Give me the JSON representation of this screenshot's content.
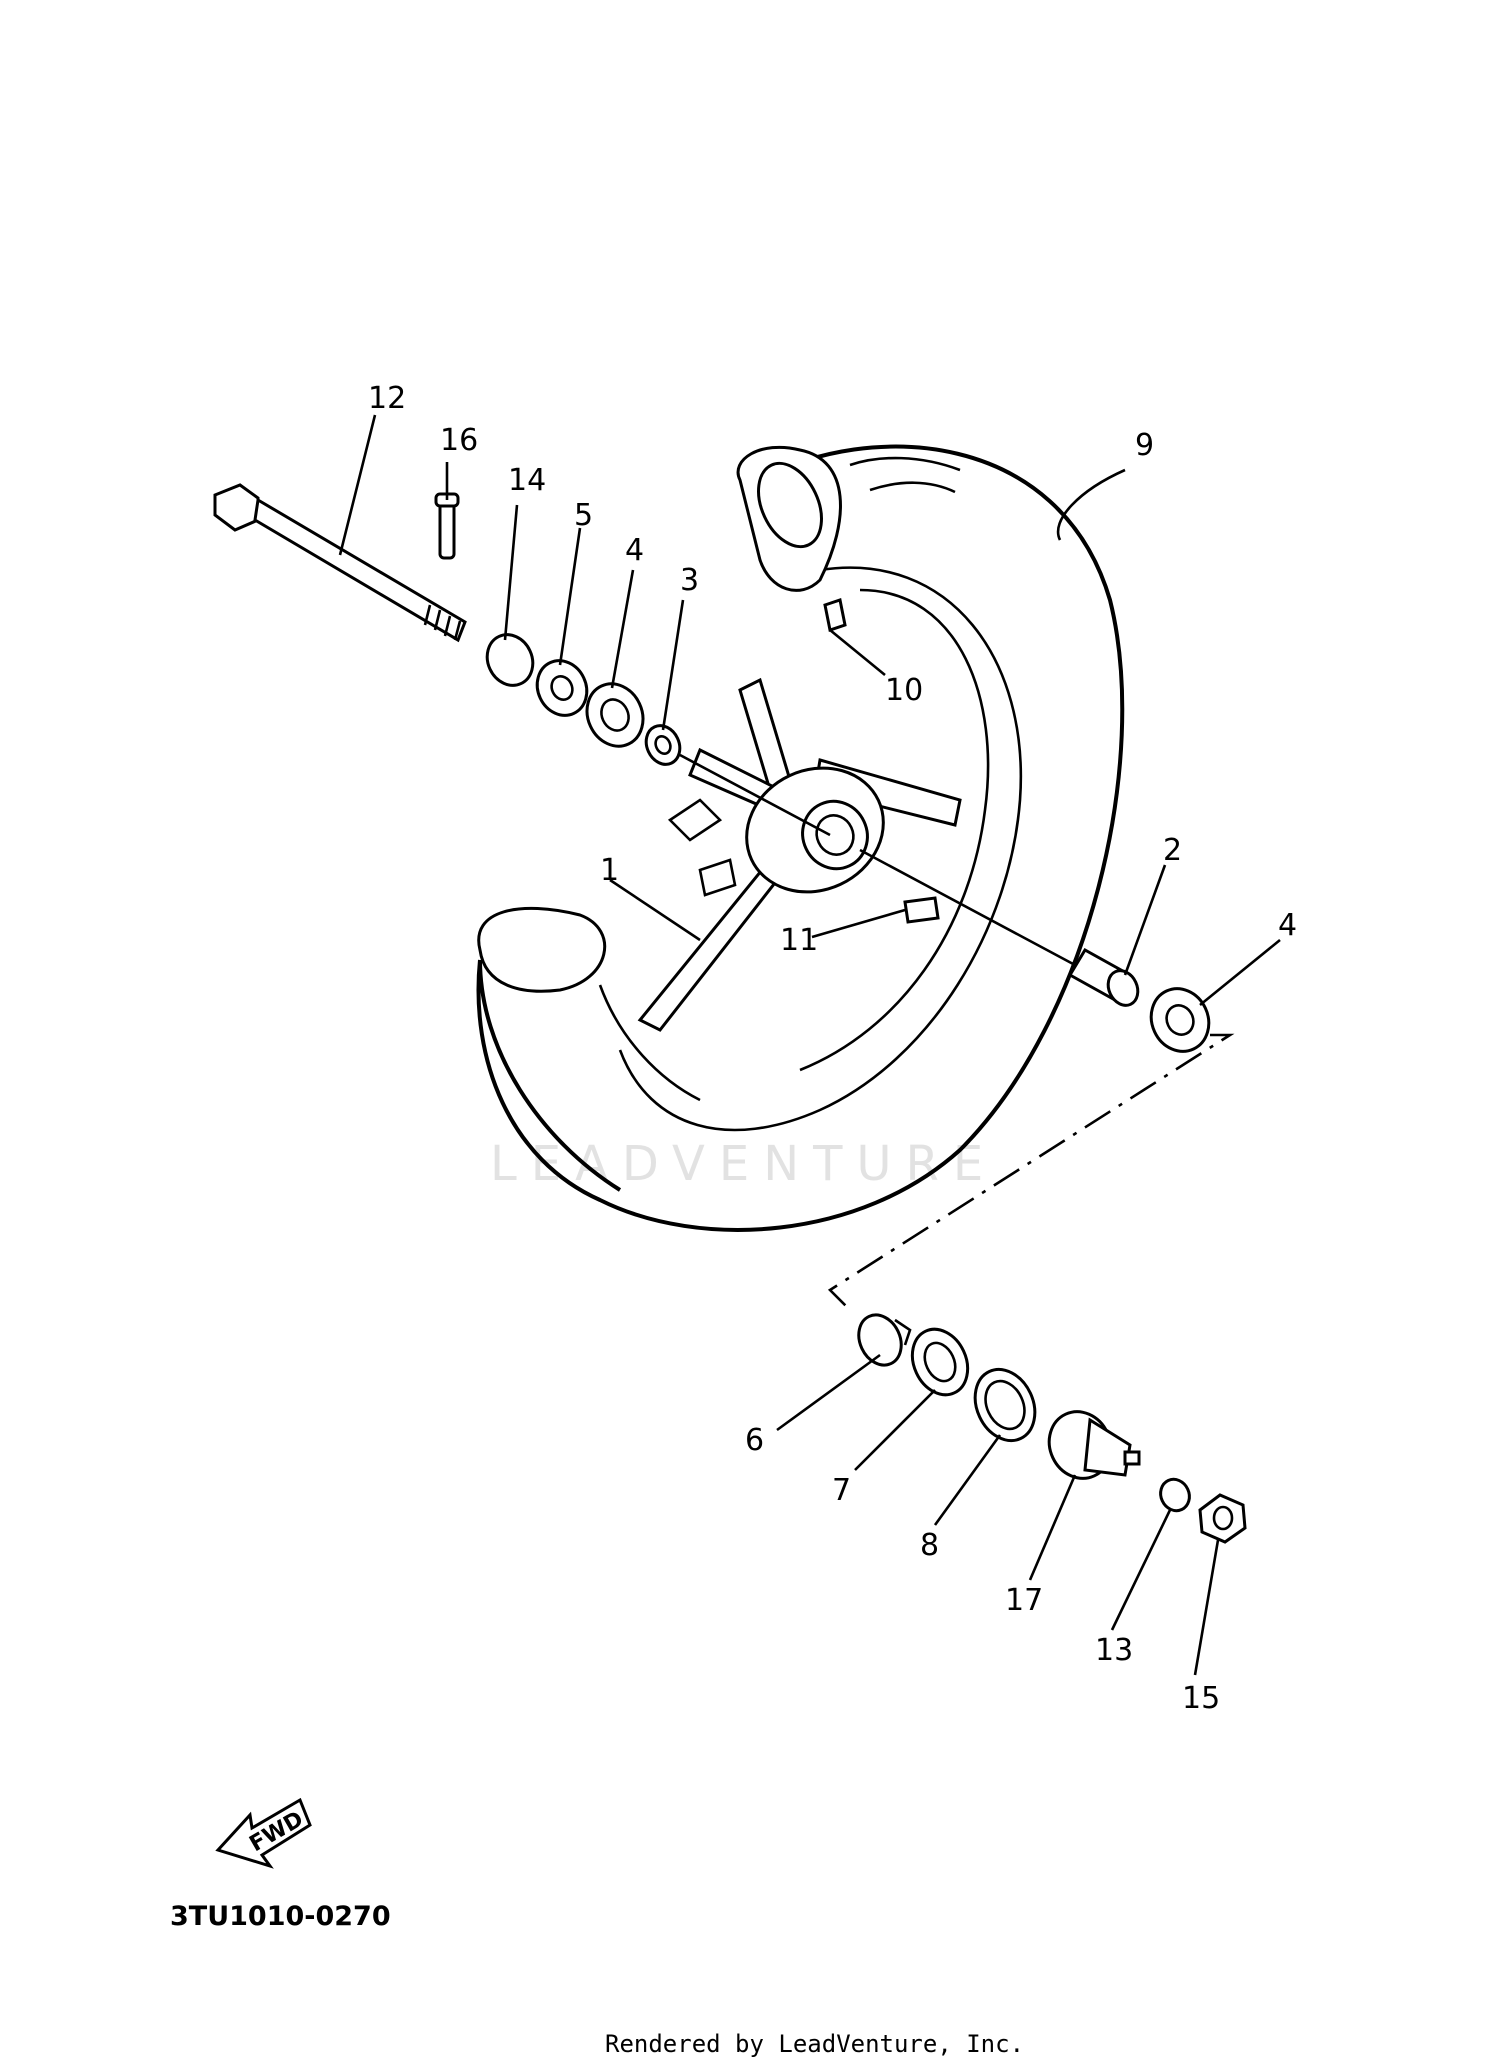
{
  "diagram": {
    "callouts": [
      {
        "id": "1",
        "text": "1"
      },
      {
        "id": "2",
        "text": "2"
      },
      {
        "id": "3",
        "text": "3"
      },
      {
        "id": "4a",
        "text": "4"
      },
      {
        "id": "4b",
        "text": "4"
      },
      {
        "id": "5",
        "text": "5"
      },
      {
        "id": "6",
        "text": "6"
      },
      {
        "id": "7",
        "text": "7"
      },
      {
        "id": "8",
        "text": "8"
      },
      {
        "id": "9",
        "text": "9"
      },
      {
        "id": "10",
        "text": "10"
      },
      {
        "id": "11",
        "text": "11"
      },
      {
        "id": "12",
        "text": "12"
      },
      {
        "id": "13",
        "text": "13"
      },
      {
        "id": "14",
        "text": "14"
      },
      {
        "id": "15",
        "text": "15"
      },
      {
        "id": "16",
        "text": "16"
      },
      {
        "id": "17",
        "text": "17"
      }
    ],
    "fwd_label": "FWD",
    "part_code": "3TU1010-0270",
    "watermark": "LEADVENTURE",
    "footer": "Rendered by LeadVenture, Inc."
  }
}
